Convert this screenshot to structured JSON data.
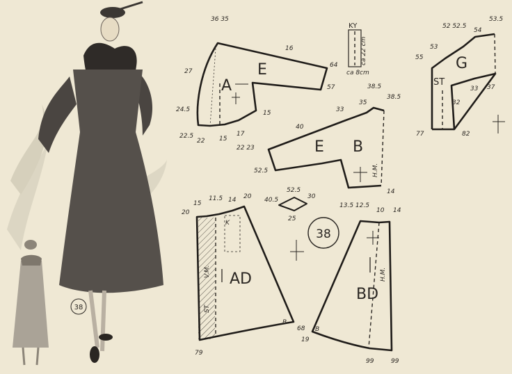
{
  "figure": {
    "number_badge": "38",
    "illustration": "fashion-sketch-fur-collar-coat"
  },
  "pattern": {
    "pieces": [
      {
        "id": "A",
        "label": "A"
      },
      {
        "id": "E1",
        "label": "E"
      },
      {
        "id": "E2",
        "label": "E"
      },
      {
        "id": "B",
        "label": "B"
      },
      {
        "id": "G",
        "label": "G"
      },
      {
        "id": "ST",
        "label": "ST"
      },
      {
        "id": "AD",
        "label": "AD"
      },
      {
        "id": "BD",
        "label": "BD"
      }
    ],
    "center_badge": "38",
    "ky": {
      "label": "KY",
      "height": "ca 22 cm",
      "width": "ca 8cm"
    },
    "small_marks": {
      "hm": "H.M.",
      "vm": "V.M.",
      "st": "ST",
      "a": "A",
      "b": "B",
      "k": "K"
    },
    "measurements": {
      "a_top": "36 35",
      "a_side": "27",
      "a_mid": "24.5",
      "a_b1": "22.5",
      "a_b2": "22",
      "a_b3": "15",
      "a_b4": "17",
      "a_notch": "15",
      "e_top": "16",
      "e_r1": "64",
      "e_r2": "57",
      "b_1": "22 23",
      "b_2": "40",
      "b_3": "33",
      "b_4": "35",
      "b_5": "38.5",
      "b_6": "38.5",
      "b_7": "52.5",
      "b_8": "14",
      "b_9": "13.5 12.5",
      "g_1": "55",
      "g_2": "53",
      "g_3": "52 52.5",
      "g_4": "54",
      "g_5": "53.5",
      "g_6": "37",
      "g_7": "33",
      "g_8": "32",
      "g_9": "77",
      "g_10": "82",
      "d_1": "40.5",
      "d_2": "52.5",
      "d_3": "30",
      "d_4": "25",
      "ad_1": "20",
      "ad_2": "15",
      "ad_3": "11.5",
      "ad_4": "14",
      "ad_5": "20",
      "ad_6": "79",
      "ad_7": "68",
      "ad_8": "19",
      "bd_1": "10",
      "bd_2": "14",
      "bd_3": "99",
      "bd_4": "99"
    }
  }
}
